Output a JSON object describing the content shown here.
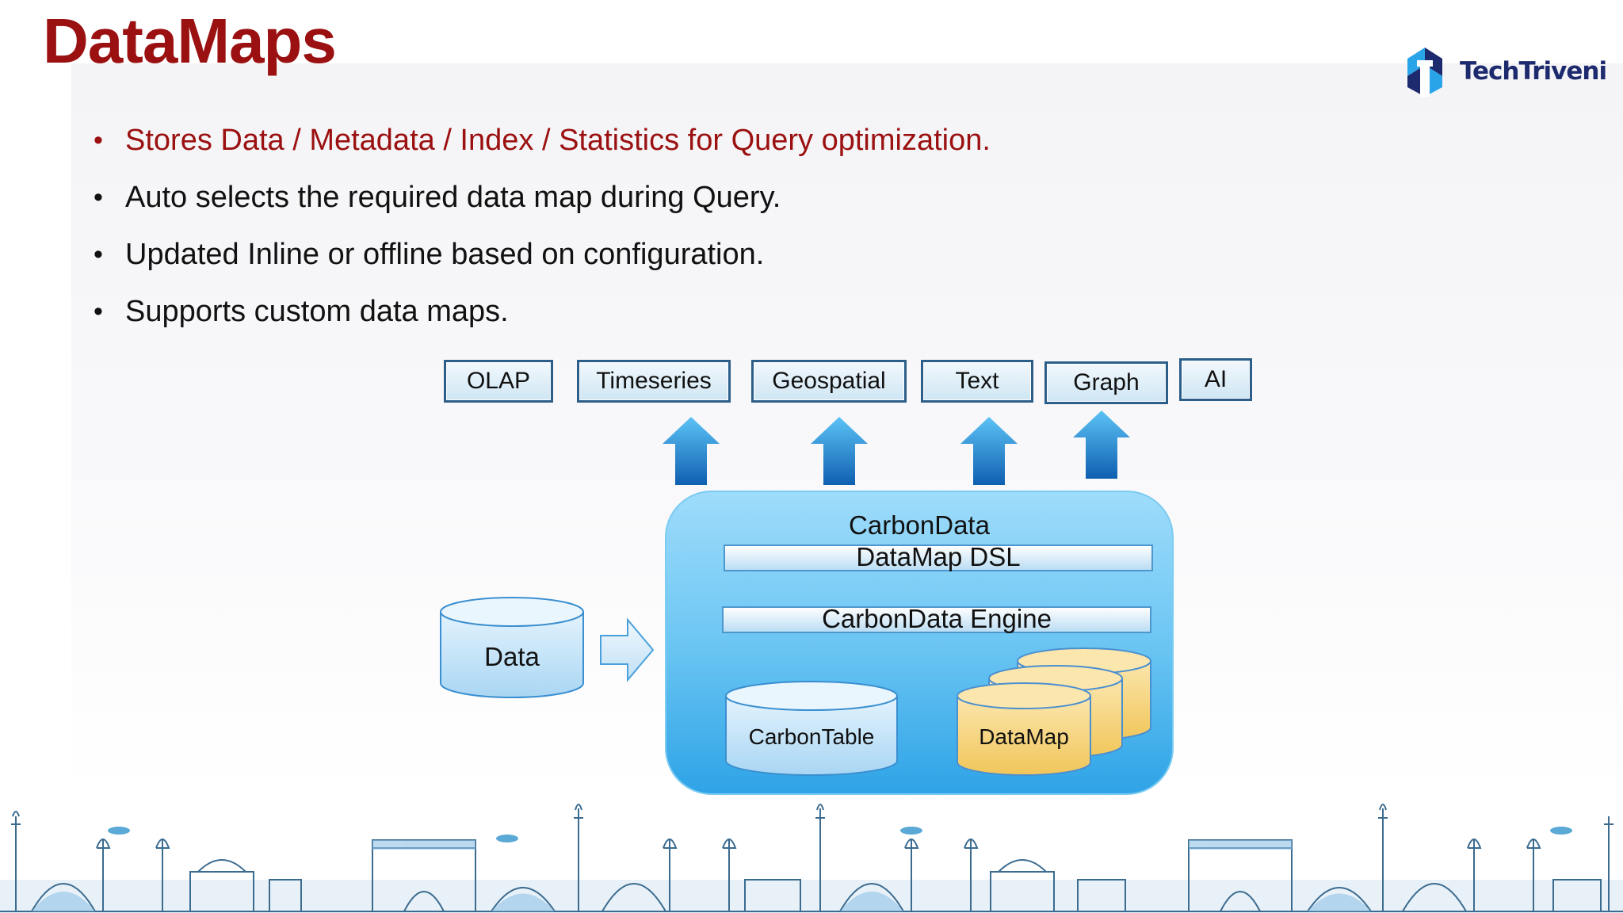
{
  "slide": {
    "title": "DataMaps",
    "logo_text": "TechTriveni",
    "bullets": [
      "Stores Data / Metadata / Index / Statistics for Query optimization.",
      "Auto selects the required data map during Query.",
      "Updated Inline or offline based on configuration.",
      "Supports custom data maps."
    ],
    "bullet_char": "•"
  },
  "diagram": {
    "top_boxes": [
      "OLAP",
      "Timeseries",
      "Geospatial",
      "Text",
      "Graph",
      "AI"
    ],
    "container_label": "CarbonData",
    "dsl_bar": "DataMap DSL",
    "engine_bar": "CarbonData Engine",
    "data_cylinder": "Data",
    "table_cylinder": "CarbonTable",
    "datamap_cylinder": "DataMap"
  },
  "colors": {
    "title_red": "#9b1010",
    "accent_red": "#9b1010",
    "box_border": "#2b5f89",
    "container_blue": "#5fbdf0",
    "datamap_yellow": "#f5d27a",
    "arrow_blue": "#1c7fd1"
  },
  "icons": {
    "logo": "techtriveni-cube-icon",
    "up_arrow": "up-arrow-icon",
    "right_arrow": "right-arrow-icon",
    "skyline": "indian-skyline-illustration"
  }
}
